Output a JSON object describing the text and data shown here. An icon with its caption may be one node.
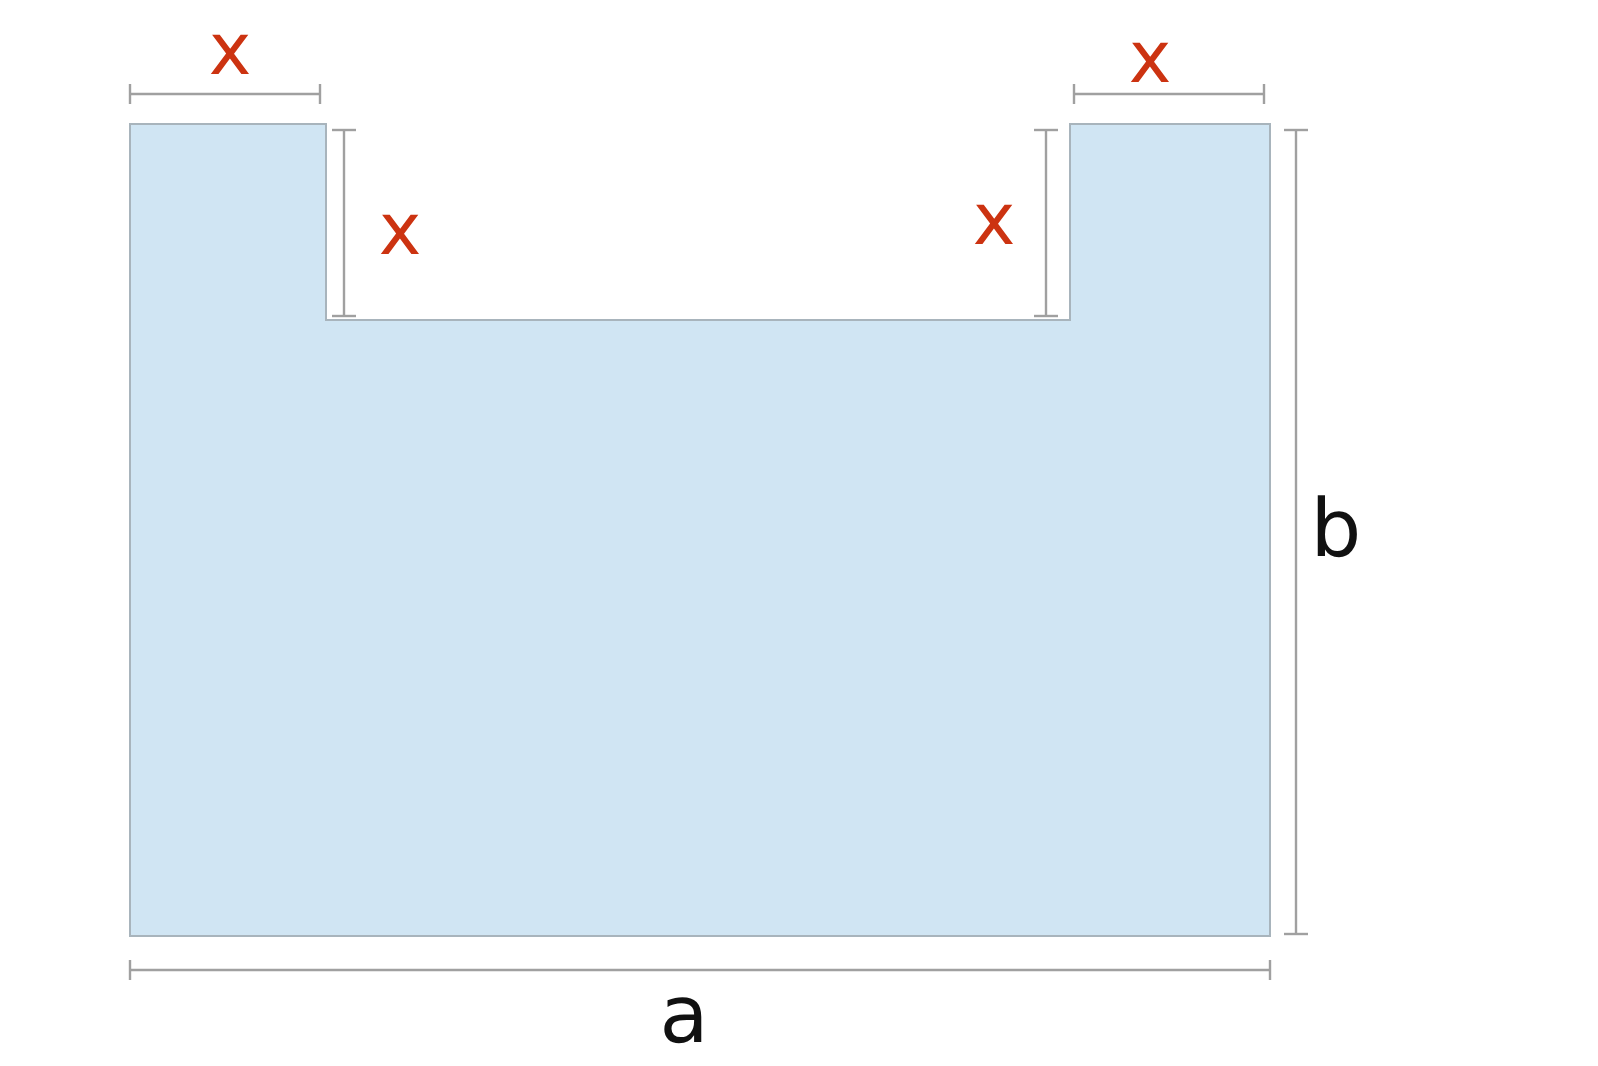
{
  "diagram": {
    "labels": [
      "x",
      "x",
      "x",
      "x",
      "b",
      "a"
    ]
  }
}
